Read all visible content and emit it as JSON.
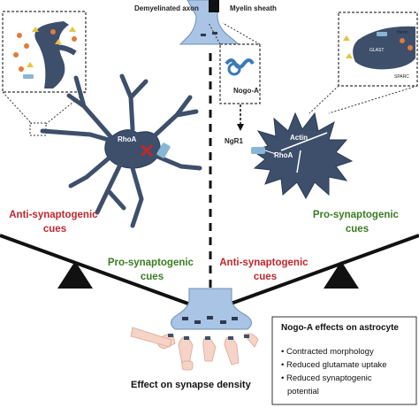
{
  "labels": {
    "demyelinated_axon": "Demyelinated axon",
    "myelin_sheath": "Myelin sheath",
    "nogo_a": "Nogo-A",
    "ngr1": "NgR1",
    "rhoa_left": "RhoA",
    "rhoa_right": "RhoA",
    "actin": "Actin",
    "hevin": "Hevin",
    "glast": "GLAST",
    "sparc": "SPARC",
    "anti_left": [
      "Anti-synaptogenic",
      "cues"
    ],
    "pro_left": [
      "Pro-synaptogenic",
      "cues"
    ],
    "anti_right": [
      "Anti-synaptogenic",
      "cues"
    ],
    "pro_right": [
      "Pro-synaptogenic",
      "cues"
    ],
    "bottom_caption": "Effect on synapse density"
  },
  "effects_box": {
    "title": "Nogo-A effects on astrocyte",
    "items": [
      "Contracted morphology",
      "Reduced glutamate uptake",
      "Reduced synaptogenic",
      "potential"
    ]
  },
  "colors": {
    "cell_fill": "#3d4f6b",
    "cell_stroke": "#2b3a52",
    "presynapse": "#a9c4e4",
    "spine": "#f5d3c6",
    "cue_red": "#c0272d",
    "cue_green": "#3a7d22"
  }
}
